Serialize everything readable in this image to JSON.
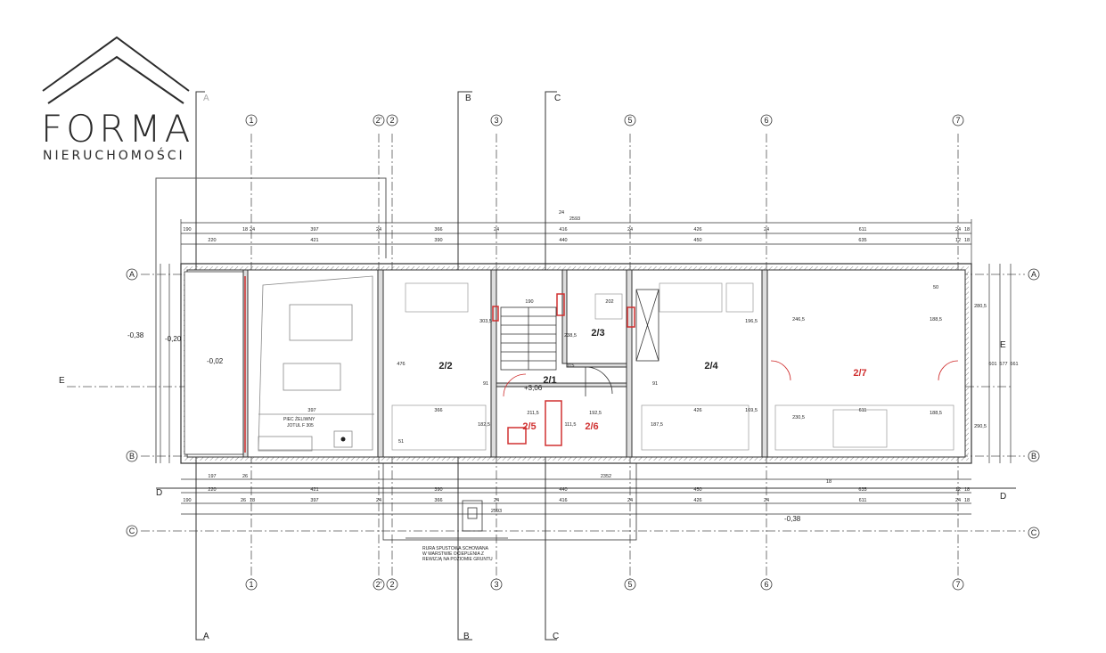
{
  "logo": {
    "brand": "FORMA",
    "subtitle": "NIERUCHOMOŚCI"
  },
  "axes_numbers": [
    "1",
    "2'",
    "2",
    "3",
    "5",
    "6",
    "7"
  ],
  "axes_letters": [
    "A",
    "B",
    "C"
  ],
  "section_marks": [
    "A",
    "B",
    "C",
    "D",
    "E"
  ],
  "rooms": [
    {
      "id": "2/2",
      "color": "#222"
    },
    {
      "id": "2/1",
      "color": "#222"
    },
    {
      "id": "2/3",
      "color": "#222"
    },
    {
      "id": "2/4",
      "color": "#222"
    },
    {
      "id": "2/5",
      "color": "#d03030"
    },
    {
      "id": "2/6",
      "color": "#d03030"
    },
    {
      "id": "2/7",
      "color": "#d03030"
    }
  ],
  "labels": {
    "stove": "PIEC ŻELIWNY",
    "stove_model": "JOTUL F 305",
    "pipe_note_1": "RURA SPUSTOWA SCHOWANA",
    "pipe_note_2": "W WARSTWIE OCIEPLENIA Z",
    "pipe_note_3": "REWIZJĄ NA POZIOMIE GRUNTU",
    "level_1": "-0,38",
    "level_2": "-0,20",
    "level_3": "-0,02",
    "level_4": "-0,38",
    "level_5": "+3,06"
  },
  "dimensions": {
    "top_total": "2593",
    "top_24": "24",
    "row1": [
      "190",
      "18",
      "24",
      "397",
      "24",
      "366",
      "24",
      "416",
      "24",
      "426",
      "24",
      "611",
      "24",
      "18"
    ],
    "row2": [
      "220",
      "421",
      "390",
      "440",
      "450",
      "635",
      "12",
      "18"
    ],
    "bottom_row1": [
      "197",
      "26",
      "2352",
      "18"
    ],
    "bottom_row2": [
      "220",
      "421",
      "390",
      "440",
      "450",
      "635",
      "12",
      "18"
    ],
    "bottom_row3": [
      "190",
      "26",
      "18",
      "397",
      "24",
      "366",
      "24",
      "416",
      "24",
      "426",
      "24",
      "611",
      "24",
      "18"
    ],
    "bottom_total": "2593",
    "inner": [
      "397",
      "366",
      "426",
      "611",
      "190",
      "202",
      "303,5",
      "238,5",
      "91",
      "91",
      "115",
      "211,5",
      "192,5",
      "182,5",
      "111,5",
      "187,5",
      "196,5",
      "169,5",
      "246,5",
      "188,5",
      "230,5",
      "188,5",
      "290,5",
      "280,5",
      "476",
      "51",
      "50",
      "601",
      "577",
      "661"
    ]
  },
  "colors": {
    "accent": "#d03030",
    "line": "#222222",
    "grey": "#7a7a7a"
  }
}
